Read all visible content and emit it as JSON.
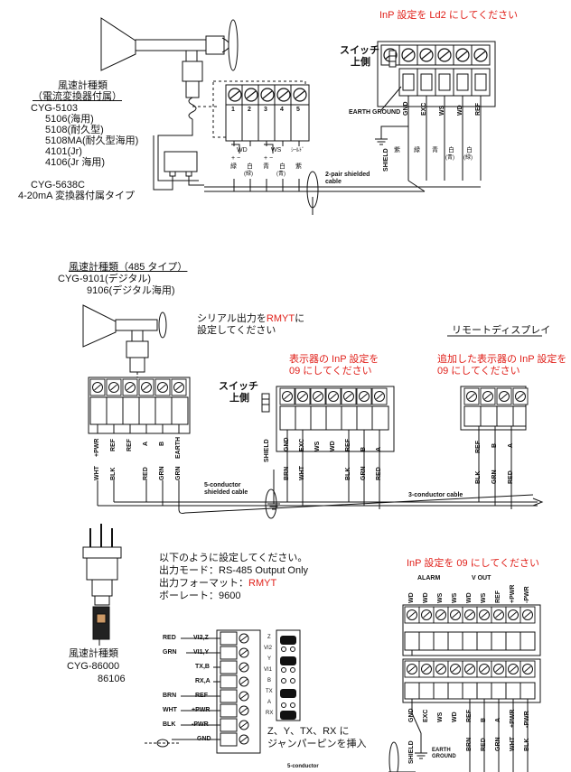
{
  "section1": {
    "note_red": "InP 設定を Ld2 にしてください",
    "switch_label": "スイッチ",
    "switch_sub": "上側",
    "model_header": "風速計種類",
    "model_sub": "（電流変換器付属）",
    "models": [
      "CYG-5103",
      "5106(海用)",
      "5108(耐久型)",
      "5108MA(耐久型海用)",
      "4101(Jr)",
      "4106(Jr 海用)"
    ],
    "model_alt": "CYG-5638C",
    "model_alt_desc": "4-20mA 変換器付属タイプ",
    "left_terminals": [
      "1",
      "2",
      "3",
      "4",
      "5"
    ],
    "wd_label": "WD",
    "ws_label": "WS",
    "shield_label": "ｼｰﾙﾄﾞ",
    "pm1": "+  −",
    "pm2": "+  −",
    "wire_colors_left": [
      "緑",
      "白",
      "青",
      "白",
      "紫"
    ],
    "wire_colors_left_sub": [
      "",
      "(緑)",
      "",
      "(青)",
      ""
    ],
    "right_terminals": [
      "GND",
      "EXC",
      "WS",
      "WD",
      "REF"
    ],
    "earth_ground": "EARTH GROUND",
    "shield_side": "SHIELD",
    "right_wire_colors": [
      "紫",
      "緑",
      "青",
      "白",
      "白"
    ],
    "right_wire_sub": [
      "",
      "",
      "",
      "(青)",
      "(緑)"
    ],
    "cable": "2-pair shielded cable"
  },
  "section2": {
    "model_header": "風速計種類（485 タイプ）",
    "models": [
      "CYG-9101(デジタル)",
      "9106(デジタル海用)"
    ],
    "serial_note_1": "シリアル出力を",
    "serial_note_rmyt": "RMYT",
    "serial_note_2": "に",
    "serial_note_3": "設定してください",
    "remote_display": "リモートディスプレイ",
    "display_note_1": "表示器の InP 設定を",
    "display_note_2": "09 にしてください",
    "added_note_1": "追加した表示器の InP 設定を",
    "added_note_2": "09 にしてください",
    "switch_label": "スイッチ",
    "switch_sub": "上側",
    "sensor_terms": [
      "+PWR",
      "REF",
      "REF",
      "A",
      "B",
      "EARTH"
    ],
    "sensor_wires": [
      "WHT",
      "BLK",
      "",
      "RED",
      "GRN",
      "GRN"
    ],
    "shield_label": "SHIELD",
    "disp_terms": [
      "GND",
      "EXC",
      "WS",
      "WD",
      "REF",
      "B",
      "A"
    ],
    "disp_wires": [
      "BRN",
      "WHT",
      "",
      "",
      "BLK",
      "GRN",
      "RED"
    ],
    "remote_terms": [
      "REF",
      "B",
      "A"
    ],
    "remote_wires": [
      "BLK",
      "GRN",
      "RED"
    ],
    "cable5": "5-conductor shielded cable",
    "cable3": "3-conductor cable"
  },
  "section3": {
    "settings_title": "以下のように設定してください。",
    "output_mode": "出力モード：RS-485 Output Only",
    "output_format_label": "出力フォーマット：",
    "output_format_value": "RMYT",
    "baud": "ボーレート：9600",
    "note_red": "InP 設定を 09 にしてください",
    "model_header": "風速計種類",
    "models": [
      "CYG-86000",
      "86106"
    ],
    "terminal_rows": [
      {
        "wire": "RED",
        "name": "VI2,Z"
      },
      {
        "wire": "GRN",
        "name": "VI1,Y"
      },
      {
        "wire": "",
        "name": "TX,B"
      },
      {
        "wire": "",
        "name": "RX,A"
      },
      {
        "wire": "BRN",
        "name": "REF"
      },
      {
        "wire": "WHT",
        "name": "+PWR"
      },
      {
        "wire": "BLK",
        "name": "-PWR"
      },
      {
        "wire": "",
        "name": "GND"
      }
    ],
    "jumper_labels": [
      "Z",
      "VI2",
      "Y",
      "VI1",
      "B",
      "TX",
      "A",
      "RX"
    ],
    "jumper_note_1": "Z、Y、TX、RX に",
    "jumper_note_2": "ジャンパーピンを挿入",
    "alarm": "ALARM",
    "vout": "V OUT",
    "top_terms": [
      "WD",
      "WD",
      "WS",
      "WS",
      "WD",
      "WS",
      "REF",
      "+PWR",
      "-PWR"
    ],
    "bottom_terms": [
      "GND",
      "EXC",
      "WS",
      "WD",
      "REF",
      "B",
      "A",
      "+PWR",
      "-PWR"
    ],
    "bottom_wires": [
      "",
      "",
      "",
      "",
      "BRN",
      "RED",
      "GRN",
      "WHT",
      "BLK"
    ],
    "shield": "SHIELD",
    "earth": "EARTH GROUND",
    "cable": "5-conductor"
  },
  "colors": {
    "note_red": "#e0201a",
    "ink": "#111111"
  }
}
